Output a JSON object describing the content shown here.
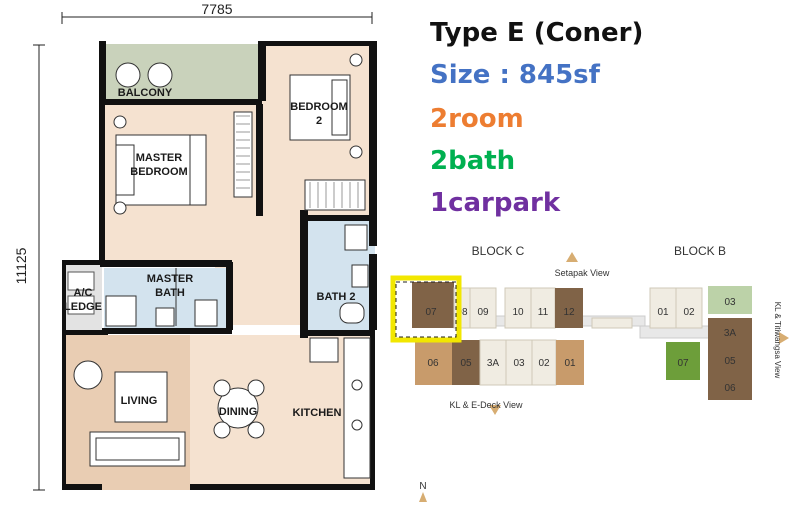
{
  "floorplan": {
    "width_dim": "7785",
    "height_dim": "11125",
    "rooms": {
      "balcony": "BALCONY",
      "bedroom2_line1": "BEDROOM",
      "bedroom2_line2": "2",
      "master_line1": "MASTER",
      "master_line2": "BEDROOM",
      "master_bath_line1": "MASTER",
      "master_bath_line2": "BATH",
      "ac_line1": "A/C",
      "ac_line2": "LEDGE",
      "bath2": "BATH 2",
      "living": "LIVING",
      "dining": "DINING",
      "kitchen": "KITCHEN"
    },
    "colors": {
      "wall": "#111111",
      "wood": "#f5e2d0",
      "living": "#e9cdb3",
      "bath": "#d3e3ee",
      "balcony": "#c9d2bb"
    }
  },
  "info": {
    "title": "Type E (Coner)",
    "size": "Size : 845sf",
    "rooms": "2room",
    "baths": "2bath",
    "carpark": "1carpark",
    "colors": {
      "size": "#4472c4",
      "rooms": "#ed7d31",
      "baths": "#00b050",
      "carpark": "#7030a0"
    }
  },
  "keyplan": {
    "block_c": "BLOCK C",
    "block_b": "BLOCK B",
    "setapak_view": "Setapak View",
    "kl_edeck_view": "KL & E-Deck View",
    "kl_titiwangsa_view": "KL & Titiwangsa View",
    "north": "N",
    "highlight_color": "#f2e700",
    "top_units_c": [
      "07",
      "08",
      "09",
      "10",
      "11",
      "12"
    ],
    "bottom_units_c": [
      "06",
      "05",
      "3A",
      "03",
      "02",
      "01"
    ],
    "top_units_b": [
      "01",
      "02",
      "03"
    ],
    "bottom_units_b": [
      "07",
      "3A",
      "05",
      "06"
    ],
    "selected_unit": "07"
  }
}
